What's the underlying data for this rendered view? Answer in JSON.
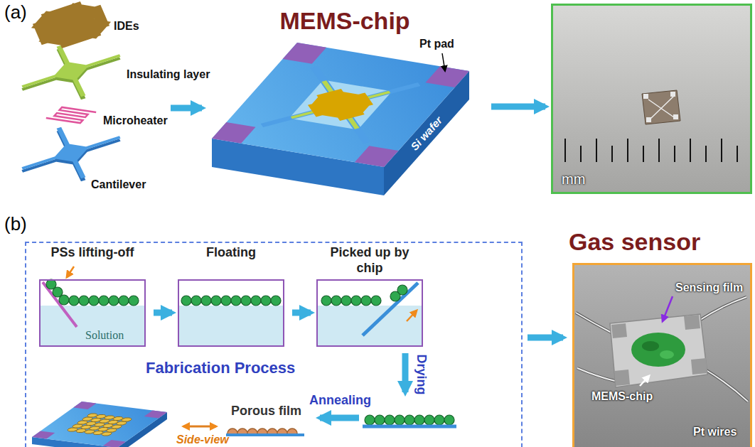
{
  "diagram": {
    "nodes": [
      {
        "text": [
          "MEMS-chip"
        ]
      },
      {
        "text": [
          "mm"
        ]
      },
      {
        "text": [
          "Fabrication Process"
        ]
      },
      {
        "text": [
          "PSs lifting-off",
          "Solution"
        ],
        "in": 2
      },
      {
        "text": [
          "Floating"
        ],
        "in": 2
      },
      {
        "text": [
          "Picked up by chip"
        ],
        "in": 2
      },
      {
        "text": [
          "Gas sensor",
          "Sensing film",
          "MEMS-chip",
          "Pt wires"
        ]
      }
    ],
    "edges": [
      {
        "from": 0,
        "to": 1,
        "arrow": "to"
      },
      {
        "from": 3,
        "to": 4,
        "arrow": "to"
      },
      {
        "from": 4,
        "to": 5,
        "arrow": "to"
      },
      {
        "from": 2,
        "to": 6,
        "arrow": "to"
      }
    ],
    "labels": [
      "(a)",
      "IDEs",
      "Insulating layer",
      "Microheater",
      "Cantilever",
      "Pt pad",
      "Si wafer",
      "(b)",
      "Drying",
      "Annealing",
      "Porous film",
      "Side-view"
    ]
  }
}
